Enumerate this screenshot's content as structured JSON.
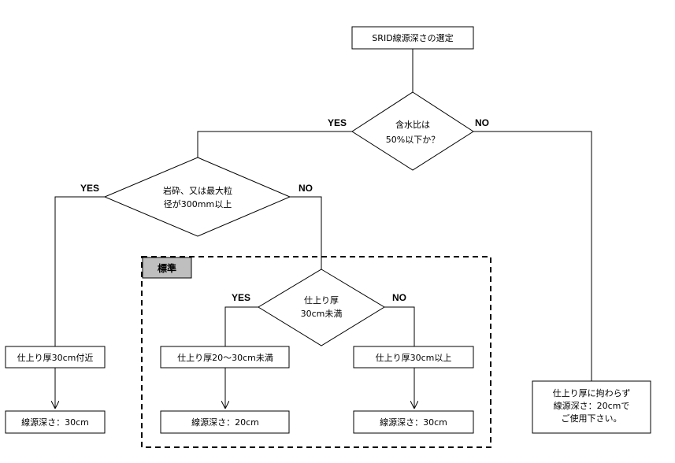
{
  "colors": {
    "line": "#000000",
    "box_fill": "#ffffff",
    "tag_fill": "#bfbfbf"
  },
  "start": {
    "label": "SRID線源深さの選定"
  },
  "decision_water": {
    "line1": "含水比は",
    "line2": "50%以下か？"
  },
  "decision_rock": {
    "line1": "岩砕、又は最大粒",
    "line2": "径が300mm以上"
  },
  "decision_thickness": {
    "line1": "仕上り厚",
    "line2": "30cm未満"
  },
  "standard_group": {
    "label": "標準"
  },
  "labels": {
    "yes": "YES",
    "no": "NO"
  },
  "box_rock_yes": {
    "label": "仕上り厚30cm付近"
  },
  "box_rock_yes_result": {
    "label": "線源深さ：30cm"
  },
  "box_thin": {
    "label": "仕上り厚20～30cm未満"
  },
  "box_thin_result": {
    "label": "線源深さ：20cm"
  },
  "box_thick": {
    "label": "仕上り厚30cm以上"
  },
  "box_thick_result": {
    "label": "線源深さ：30cm"
  },
  "box_water_no": {
    "line1": "仕上り厚に拘わらず",
    "line2": "線源深さ：20cmで",
    "line3": "ご使用下さい。"
  }
}
